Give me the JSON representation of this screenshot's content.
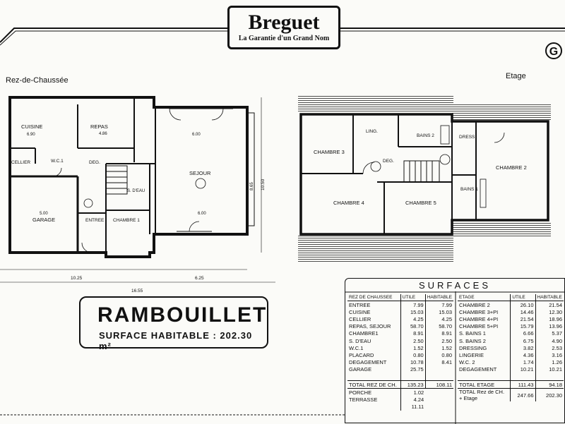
{
  "brand": {
    "name": "Breguet",
    "tagline": "La Garantie d'un Grand Nom",
    "badge": "G"
  },
  "levels": {
    "ground": "Rez-de-Chaussée",
    "upper": "Etage"
  },
  "model": {
    "name": "RAMBOUILLET",
    "surface": "SURFACE HABITABLE : 202.30 m²"
  },
  "ground_rooms": [
    {
      "name": "CUISINE",
      "dim": "6.90"
    },
    {
      "name": "REPAS",
      "dim": "4.86"
    },
    {
      "name": "CELLIER",
      "dim": ""
    },
    {
      "name": "W.C.1",
      "dim": ""
    },
    {
      "name": "DEG.",
      "dim": ""
    },
    {
      "name": "SEJOUR",
      "dim": ""
    },
    {
      "name": "GARAGE",
      "dim": ""
    },
    {
      "name": "ENTREE",
      "dim": ""
    },
    {
      "name": "CHAMBRE 1",
      "dim": ""
    },
    {
      "name": "S. D'EAU",
      "dim": ""
    }
  ],
  "upper_rooms": [
    {
      "name": "CHAMBRE 3"
    },
    {
      "name": "LING."
    },
    {
      "name": "BAINS 2"
    },
    {
      "name": "DRESS"
    },
    {
      "name": "CHAMBRE 2"
    },
    {
      "name": "DEG."
    },
    {
      "name": "BAINS 1"
    },
    {
      "name": "CHAMBRE 4"
    },
    {
      "name": "CHAMBRE 5"
    }
  ],
  "dimensions": {
    "ground_width_left": "10.25",
    "ground_width_right": "6.25",
    "ground_total": "16.55",
    "ground_depth": "10.50",
    "sejour_depth": "8.65",
    "garage_width": "5.00",
    "sejour_top": "6.00",
    "sejour_bottom": "6.00"
  },
  "surfaces": {
    "title": "SURFACES",
    "ground": {
      "header": [
        "REZ DE CHAUSSEE",
        "UTILE",
        "HABITABLE"
      ],
      "rows": [
        [
          "ENTREE",
          "7.99",
          "7.99"
        ],
        [
          "CUISINE",
          "15.03",
          "15.03"
        ],
        [
          "CELLIER",
          "4.25",
          "4.25"
        ],
        [
          "REPAS, SEJOUR",
          "58.70",
          "58.70"
        ],
        [
          "CHAMBRE1",
          "8.91",
          "8.91"
        ],
        [
          "S. D'EAU",
          "2.50",
          "2.50"
        ],
        [
          "W.C.1",
          "1.52",
          "1.52"
        ],
        [
          "PLACARD",
          "0.80",
          "0.80"
        ],
        [
          "DEGAGEMENT",
          "10.78",
          "8.41"
        ],
        [
          "GARAGE",
          "25.75",
          ""
        ]
      ],
      "total": [
        "TOTAL REZ DE CH.",
        "135.23",
        "108.11"
      ],
      "extra": [
        [
          "PORCHE",
          "1.02"
        ],
        [
          "TERRASSE",
          "4.24"
        ],
        [
          "",
          "11.11"
        ]
      ]
    },
    "upper": {
      "header": [
        "ETAGE",
        "UTILE",
        "HABITABLE"
      ],
      "rows": [
        [
          "CHAMBRE 2",
          "26.10",
          "21.54"
        ],
        [
          "CHAMBRE 3+PI",
          "14.46",
          "12.30"
        ],
        [
          "CHAMBRE 4+PI",
          "21.54",
          "18.96"
        ],
        [
          "CHAMBRE 5+PI",
          "15.79",
          "13.96"
        ],
        [
          "S. BAINS 1",
          "6.66",
          "5.37"
        ],
        [
          "S. BAINS 2",
          "6.75",
          "4.90"
        ],
        [
          "DRESSING",
          "3.82",
          "2.53"
        ],
        [
          "LINGERIE",
          "4.36",
          "3.16"
        ],
        [
          "W.C. 2",
          "1.74",
          "1.26"
        ],
        [
          "DEGAGEMENT",
          "10.21",
          "10.21"
        ]
      ],
      "total": [
        "TOTAL ETAGE",
        "111.43",
        "94.18"
      ],
      "grand": [
        "TOTAL Rez de CH. + Etage",
        "247.66",
        "202.30"
      ]
    }
  }
}
